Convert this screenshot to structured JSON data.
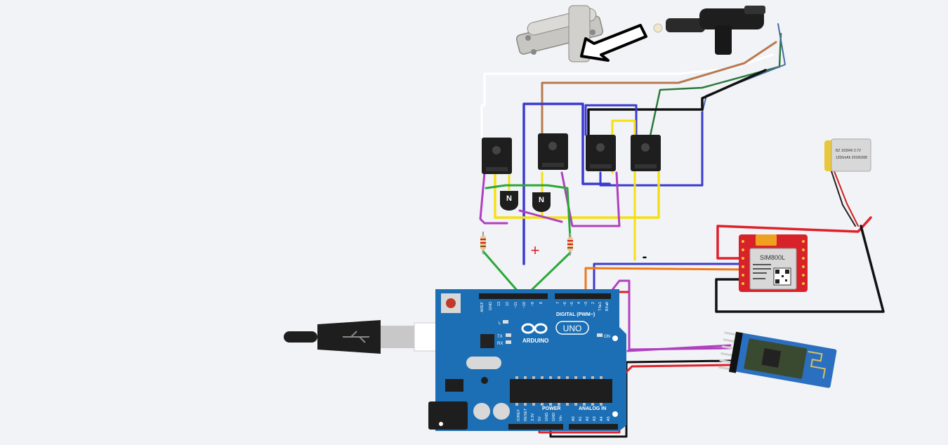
{
  "labels": {
    "plus": "+",
    "minus": "-",
    "transistor_mark": "N"
  },
  "arduino": {
    "brand": "ARDUINO",
    "model": "UNO",
    "digital_header": "DIGITAL (PWM~)",
    "power_header": "POWER",
    "analog_header": "ANALOG IN",
    "led_l": "L",
    "led_tx": "TX",
    "led_rx": "RX",
    "led_on": "ON",
    "top_pins": [
      "AREF",
      "GND",
      "13",
      "12",
      "~11",
      "~10",
      "~9",
      "8",
      "7",
      "~6",
      "~5",
      "4",
      "~3",
      "2",
      "TX▸1",
      "RX◂0"
    ],
    "power_pins": [
      "IOREF",
      "RESET",
      "3.3V",
      "5V",
      "GND",
      "GND",
      "Vin"
    ],
    "analog_pins": [
      "A0",
      "A1",
      "A2",
      "A3",
      "A4",
      "A5"
    ]
  },
  "gsm": {
    "model": "SIM800L"
  },
  "battery": {
    "line1": "BZ 103040 3.7V",
    "line2": "1200mAh 20180308"
  },
  "colors": {
    "background": "#f1f3f6",
    "arduino_board": "#1c6fb5",
    "gsm_board": "#d8222a",
    "bt_board": "#2a6fc0",
    "wire_red": "#e0202a",
    "wire_black": "#111111",
    "wire_blue": "#3a3ad0",
    "wire_yellow": "#f5e012",
    "wire_green": "#2aa838",
    "wire_purple": "#b040c0",
    "wire_orange": "#f07818",
    "wire_brown": "#b87a50"
  }
}
